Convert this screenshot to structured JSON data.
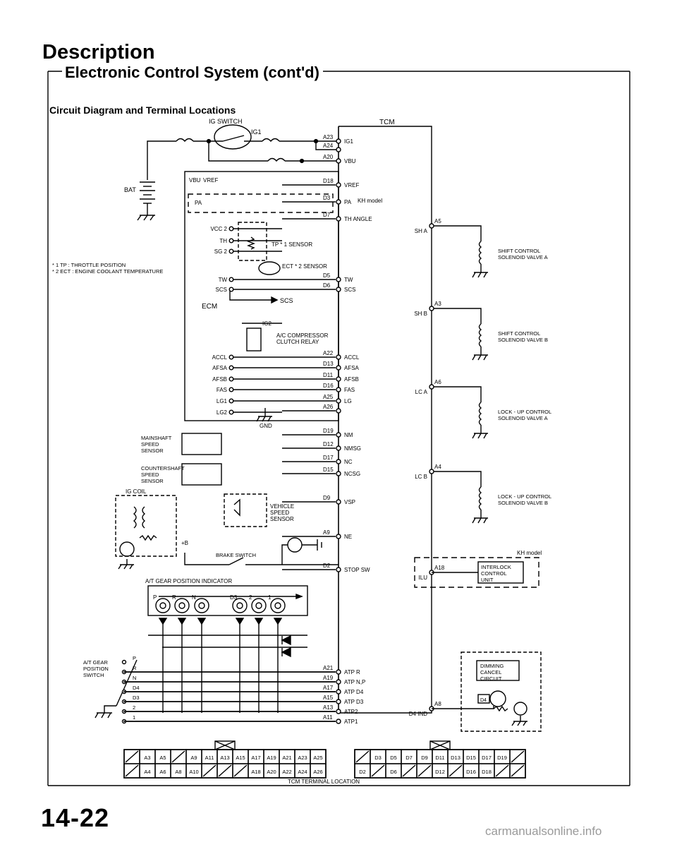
{
  "page": {
    "title": "Description",
    "subtitle": "Electronic Control System (cont'd)",
    "section": "Circuit Diagram and Terminal Locations",
    "page_number": "14-22",
    "watermark": "carmanualsonline.info"
  },
  "labels": {
    "ig_switch": "IG SWITCH",
    "ig1_switch": "IG1",
    "tcm": "TCM",
    "bat": "BAT",
    "ecm": "ECM",
    "gnd": "GND",
    "kh_model": "KH model",
    "kh_model2": "KH model",
    "note1": "* 1 TP : THROTTLE POSITION",
    "note2": "* 2 ECT : ENGINE COOLANT TEMPERATURE",
    "tp_sensor": "TP * 1 SENSOR",
    "ect_sensor": "ECT * 2 SENSOR",
    "scs_arrow": "SCS",
    "ig2": "IG2",
    "ac_relay_1": "A/C COMPRESSOR",
    "ac_relay_2": "CLUTCH RELAY",
    "mainshaft_1": "MAINSHAFT",
    "mainshaft_2": "SPEED",
    "mainshaft_3": "SENSOR",
    "counter_1": "COUNTERSHAFT",
    "counter_2": "SPEED",
    "counter_3": "SENSOR",
    "ig_coil": "IG COIL",
    "vss_1": "VEHICLE",
    "vss_2": "SPEED",
    "vss_3": "SENSOR",
    "plus_b": "+B",
    "brake_switch": "BRAKE SWITCH",
    "indicator": "A/T GEAR POSITION INDICATOR",
    "switch_1": "A/T GEAR",
    "switch_2": "POSITION",
    "switch_3": "SWITCH",
    "sol_a_1": "SHIFT CONTROL",
    "sol_a_2": "SOLENOID VALVE A",
    "sol_b_1": "SHIFT CONTROL",
    "sol_b_2": "SOLENOID VALVE B",
    "lock_a_1": "LOCK - UP CONTROL",
    "lock_a_2": "SOLENOID VALVE A",
    "lock_b_1": "LOCK - UP CONTROL",
    "lock_b_2": "SOLENOID VALVE B",
    "interlock_1": "INTERLOCK",
    "interlock_2": "CONTROL",
    "interlock_3": "UNIT",
    "dimming_1": "DIMMING",
    "dimming_2": "CANCEL",
    "dimming_3": "CIRCUIT",
    "d4_box": "D4",
    "terminal_location": "TCM TERMINAL LOCATION"
  },
  "ecm_pins": [
    "VBU",
    "VREF",
    "PA",
    "VCC 2",
    "TH",
    "SG 2",
    "TW",
    "SCS",
    "ACCL",
    "AFSA",
    "AFSB",
    "FAS",
    "LG1",
    "LG2"
  ],
  "tcm_left": [
    {
      "pin": "A23",
      "name": "IG1"
    },
    {
      "pin": "A24",
      "name": ""
    },
    {
      "pin": "A20",
      "name": "VBU"
    },
    {
      "pin": "D18",
      "name": "VREF"
    },
    {
      "pin": "D3",
      "name": "PA"
    },
    {
      "pin": "D7",
      "name": "TH ANGLE"
    },
    {
      "pin": "D5",
      "name": "TW"
    },
    {
      "pin": "D6",
      "name": "SCS"
    },
    {
      "pin": "A22",
      "name": "ACCL"
    },
    {
      "pin": "D13",
      "name": "AFSA"
    },
    {
      "pin": "D11",
      "name": "AFSB"
    },
    {
      "pin": "D16",
      "name": "FAS"
    },
    {
      "pin": "A25",
      "name": "LG"
    },
    {
      "pin": "A26",
      "name": ""
    },
    {
      "pin": "D19",
      "name": "NM"
    },
    {
      "pin": "D12",
      "name": "NMSG"
    },
    {
      "pin": "D17",
      "name": "NC"
    },
    {
      "pin": "D15",
      "name": "NCSG"
    },
    {
      "pin": "D9",
      "name": "VSP"
    },
    {
      "pin": "A9",
      "name": "NE"
    },
    {
      "pin": "D2",
      "name": "STOP SW"
    },
    {
      "pin": "A21",
      "name": "ATP R"
    },
    {
      "pin": "A19",
      "name": "ATP N,P"
    },
    {
      "pin": "A17",
      "name": "ATP D4"
    },
    {
      "pin": "A15",
      "name": "ATP D3"
    },
    {
      "pin": "A13",
      "name": "ATP2"
    },
    {
      "pin": "A11",
      "name": "ATP1"
    }
  ],
  "tcm_right": [
    {
      "pin": "A5",
      "name": "SH A"
    },
    {
      "pin": "A3",
      "name": "SH B"
    },
    {
      "pin": "A6",
      "name": "LC A"
    },
    {
      "pin": "A4",
      "name": "LC B"
    },
    {
      "pin": "A18",
      "name": "ILU"
    },
    {
      "pin": "A8",
      "name": "D4 IND"
    }
  ],
  "gear_positions": [
    "P",
    "R",
    "N",
    "D3",
    "2",
    "1"
  ],
  "switch_positions": [
    "P",
    "R",
    "N",
    "D4",
    "D3",
    "2",
    "1"
  ],
  "connector_a": {
    "top": [
      "",
      "A3",
      "A5",
      "",
      "A9",
      "A11",
      "A13",
      "A15",
      "A17",
      "A19",
      "A21",
      "A23",
      "A25"
    ],
    "bottom": [
      "",
      "A4",
      "A6",
      "A8",
      "A10",
      "",
      "",
      "",
      "A18",
      "A20",
      "A22",
      "A24",
      "A26"
    ]
  },
  "connector_d": {
    "top": [
      "",
      "D3",
      "D5",
      "D7",
      "D9",
      "D11",
      "D13",
      "D15",
      "D17",
      "D19",
      ""
    ],
    "bottom": [
      "D2",
      "",
      "D6",
      "",
      "",
      "D12",
      "",
      "D16",
      "D18",
      "",
      ""
    ]
  }
}
